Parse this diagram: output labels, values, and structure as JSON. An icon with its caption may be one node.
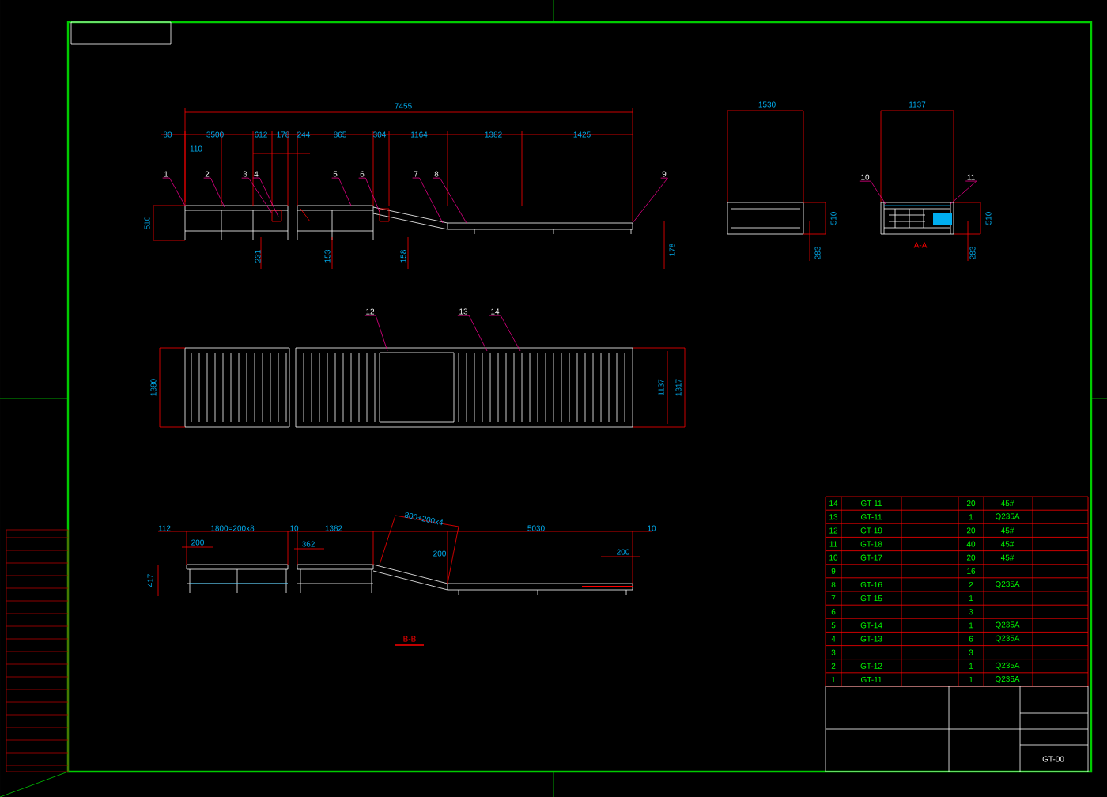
{
  "diagram": {
    "nodes": [
      {
        "text": [
          "1"
        ]
      },
      {
        "text": [
          "2"
        ]
      },
      {
        "text": [
          "3"
        ]
      },
      {
        "text": [
          "4"
        ]
      },
      {
        "text": [
          "5"
        ]
      },
      {
        "text": [
          "6"
        ]
      },
      {
        "text": [
          "7"
        ]
      },
      {
        "text": [
          "8"
        ]
      },
      {
        "text": [
          "9"
        ]
      },
      {
        "text": [
          "10"
        ]
      },
      {
        "text": [
          "11"
        ]
      },
      {
        "text": [
          "12"
        ]
      },
      {
        "text": [
          "13"
        ]
      },
      {
        "text": [
          "14"
        ]
      },
      {
        "text": [],
        "shape": "picture"
      },
      {
        "text": [],
        "shape": "picture"
      },
      {
        "text": [],
        "shape": "picture"
      }
    ],
    "edges": [
      {
        "from": 0,
        "to": 14,
        "arrow": "none"
      },
      {
        "from": 1,
        "to": 14,
        "arrow": "none"
      },
      {
        "from": 2,
        "to": 14,
        "arrow": "none"
      },
      {
        "from": 3,
        "to": 14,
        "arrow": "none"
      },
      {
        "from": 4,
        "to": 14,
        "arrow": "none"
      },
      {
        "from": 5,
        "to": 14,
        "arrow": "none"
      },
      {
        "from": 6,
        "to": 14,
        "arrow": "none"
      },
      {
        "from": 7,
        "to": 14,
        "arrow": "none"
      },
      {
        "from": 8,
        "to": 14,
        "arrow": "none"
      },
      {
        "from": 9,
        "to": 16,
        "arrow": "none"
      },
      {
        "from": 10,
        "to": 16,
        "arrow": "none"
      },
      {
        "from": 11,
        "to": 15,
        "arrow": "none"
      },
      {
        "from": 12,
        "to": 15,
        "arrow": "none"
      },
      {
        "from": 13,
        "to": 15,
        "arrow": "none"
      }
    ],
    "labels": [
      "7455",
      "80",
      "3500",
      "612",
      "178",
      "244",
      "865",
      "304",
      "1164",
      "1382",
      "1425",
      "110",
      "510",
      "231",
      "153",
      "158",
      "178",
      "1530",
      "510",
      "283",
      "1137",
      "510",
      "283",
      "A-A",
      "1380",
      "1137",
      "1317",
      "112",
      "1800=200x8",
      "10",
      "1382",
      "800+200x4",
      "5030",
      "10",
      "200",
      "362",
      "200",
      "200",
      "417",
      "B-B",
      "14",
      "GT-11",
      "20",
      "45#",
      "13",
      "GT-11",
      "1",
      "Q235A",
      "12",
      "GT-19",
      "20",
      "45#",
      "11",
      "GT-18",
      "40",
      "45#",
      "10",
      "GT-17",
      "20",
      "45#",
      "9",
      "16",
      "8",
      "GT-16",
      "2",
      "Q235A",
      "7",
      "GT-15",
      "1",
      "6",
      "3",
      "5",
      "GT-14",
      "1",
      "Q235A",
      "4",
      "GT-13",
      "6",
      "Q235A",
      "3",
      "3",
      "2",
      "GT-12",
      "1",
      "Q235A",
      "1",
      "GT-11",
      "1",
      "Q235A",
      "GT-00"
    ]
  }
}
